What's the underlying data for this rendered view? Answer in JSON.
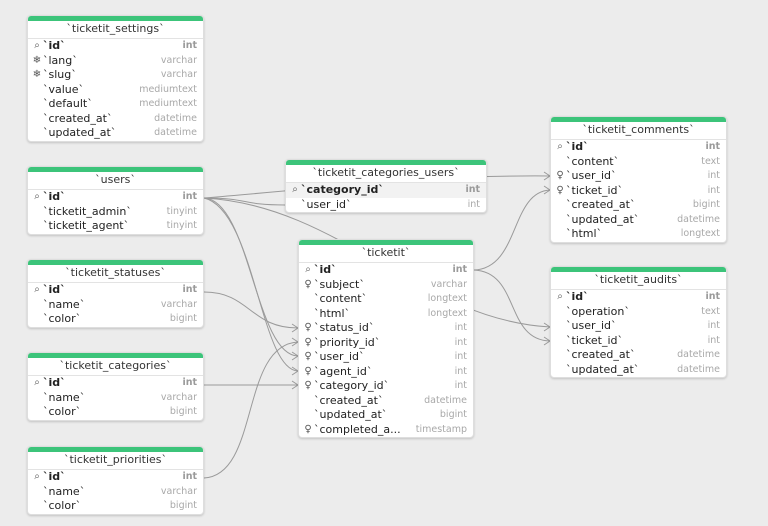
{
  "colors": {
    "header_accent": "#3cc47a",
    "link": "#9a9a9a",
    "background": "#ececec"
  },
  "icons": {
    "primary_key": "key-icon",
    "foreign_key": "pin-icon",
    "unique_index": "snowflake-index-icon"
  },
  "tables": [
    {
      "id": "ticketit_settings",
      "title": "`ticketit_settings`",
      "fields": [
        {
          "name": "`id`",
          "type": "int",
          "key": "pk"
        },
        {
          "name": "`lang`",
          "type": "varchar",
          "key": "idx"
        },
        {
          "name": "`slug`",
          "type": "varchar",
          "key": "idx"
        },
        {
          "name": "`value`",
          "type": "mediumtext",
          "key": ""
        },
        {
          "name": "`default`",
          "type": "mediumtext",
          "key": ""
        },
        {
          "name": "`created_at`",
          "type": "datetime",
          "key": ""
        },
        {
          "name": "`updated_at`",
          "type": "datetime",
          "key": ""
        }
      ]
    },
    {
      "id": "users",
      "title": "`users`",
      "fields": [
        {
          "name": "`id`",
          "type": "int",
          "key": "pk"
        },
        {
          "name": "`ticketit_admin`",
          "type": "tinyint",
          "key": ""
        },
        {
          "name": "`ticketit_agent`",
          "type": "tinyint",
          "key": ""
        }
      ]
    },
    {
      "id": "ticketit_statuses",
      "title": "`ticketit_statuses`",
      "fields": [
        {
          "name": "`id`",
          "type": "int",
          "key": "pk"
        },
        {
          "name": "`name`",
          "type": "varchar",
          "key": ""
        },
        {
          "name": "`color`",
          "type": "bigint",
          "key": ""
        }
      ]
    },
    {
      "id": "ticketit_categories",
      "title": "`ticketit_categories`",
      "fields": [
        {
          "name": "`id`",
          "type": "int",
          "key": "pk"
        },
        {
          "name": "`name`",
          "type": "varchar",
          "key": ""
        },
        {
          "name": "`color`",
          "type": "bigint",
          "key": ""
        }
      ]
    },
    {
      "id": "ticketit_priorities",
      "title": "`ticketit_priorities`",
      "fields": [
        {
          "name": "`id`",
          "type": "int",
          "key": "pk"
        },
        {
          "name": "`name`",
          "type": "varchar",
          "key": ""
        },
        {
          "name": "`color`",
          "type": "bigint",
          "key": ""
        }
      ]
    },
    {
      "id": "ticketit_categories_users",
      "title": "`ticketit_categories_users`",
      "fields": [
        {
          "name": "`category_id`",
          "type": "int",
          "key": "pk"
        },
        {
          "name": "`user_id`",
          "type": "int",
          "key": ""
        }
      ]
    },
    {
      "id": "ticketit",
      "title": "`ticketit`",
      "fields": [
        {
          "name": "`id`",
          "type": "int",
          "key": "pk"
        },
        {
          "name": "`subject`",
          "type": "varchar",
          "key": "fk"
        },
        {
          "name": "`content`",
          "type": "longtext",
          "key": ""
        },
        {
          "name": "`html`",
          "type": "longtext",
          "key": ""
        },
        {
          "name": "`status_id`",
          "type": "int",
          "key": "fk"
        },
        {
          "name": "`priority_id`",
          "type": "int",
          "key": "fk"
        },
        {
          "name": "`user_id`",
          "type": "int",
          "key": "fk"
        },
        {
          "name": "`agent_id`",
          "type": "int",
          "key": "fk"
        },
        {
          "name": "`category_id`",
          "type": "int",
          "key": "fk"
        },
        {
          "name": "`created_at`",
          "type": "datetime",
          "key": ""
        },
        {
          "name": "`updated_at`",
          "type": "bigint",
          "key": ""
        },
        {
          "name": "`completed_a...",
          "type": "timestamp",
          "key": "fk"
        }
      ]
    },
    {
      "id": "ticketit_comments",
      "title": "`ticketit_comments`",
      "fields": [
        {
          "name": "`id`",
          "type": "int",
          "key": "pk"
        },
        {
          "name": "`content`",
          "type": "text",
          "key": ""
        },
        {
          "name": "`user_id`",
          "type": "int",
          "key": "fk"
        },
        {
          "name": "`ticket_id`",
          "type": "int",
          "key": "fk"
        },
        {
          "name": "`created_at`",
          "type": "bigint",
          "key": ""
        },
        {
          "name": "`updated_at`",
          "type": "datetime",
          "key": ""
        },
        {
          "name": "`html`",
          "type": "longtext",
          "key": ""
        }
      ]
    },
    {
      "id": "ticketit_audits",
      "title": "`ticketit_audits`",
      "fields": [
        {
          "name": "`id`",
          "type": "int",
          "key": "pk"
        },
        {
          "name": "`operation`",
          "type": "text",
          "key": ""
        },
        {
          "name": "`user_id`",
          "type": "int",
          "key": ""
        },
        {
          "name": "`ticket_id`",
          "type": "int",
          "key": ""
        },
        {
          "name": "`created_at`",
          "type": "datetime",
          "key": ""
        },
        {
          "name": "`updated_at`",
          "type": "datetime",
          "key": ""
        }
      ]
    }
  ]
}
